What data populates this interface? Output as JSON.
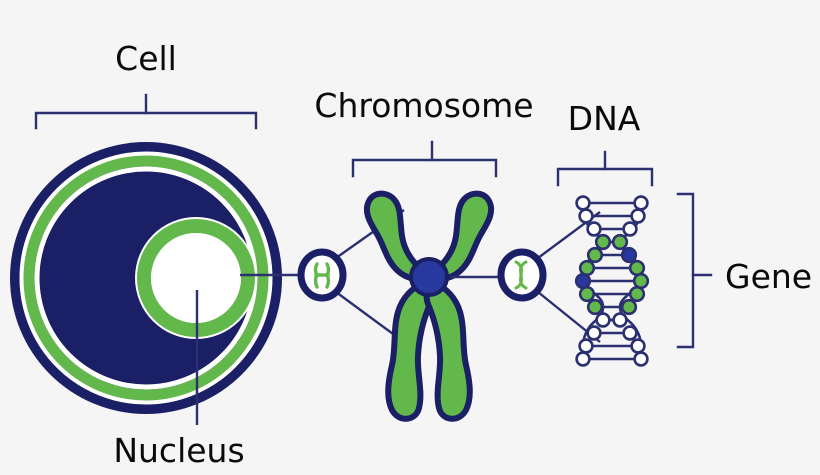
{
  "diagram": {
    "title_alt": "Cell to Gene structural hierarchy diagram",
    "background_color": "#f5f5f5",
    "palette": {
      "navy": "#1a1f66",
      "navy_fill": "#27399e",
      "green": "#63b84c",
      "white": "#ffffff",
      "bracket_line": "#2b3070",
      "text": "#0a0a0a"
    },
    "labels": {
      "cell": "Cell",
      "nucleus": "Nucleus",
      "chromosome": "Chromosome",
      "dna": "DNA",
      "gene": "Gene"
    },
    "icons": {
      "cell_membrane": "cell-membrane-icon",
      "nucleus_body": "nucleus-icon",
      "chromosome_body": "chromosome-icon",
      "centromere": "centromere-icon",
      "magnifier_left": "magnifier-chromosome-icon",
      "magnifier_right": "magnifier-dna-icon",
      "dna_helix": "dna-helix-icon"
    },
    "brackets": [
      {
        "name": "cell-bracket",
        "orientation": "horizontal-top",
        "label": "Cell"
      },
      {
        "name": "chromosome-bracket",
        "orientation": "horizontal-top",
        "label": "Chromosome"
      },
      {
        "name": "dna-bracket",
        "orientation": "horizontal-top",
        "label": "DNA"
      },
      {
        "name": "gene-bracket",
        "orientation": "vertical-right",
        "label": "Gene"
      }
    ],
    "structure": {
      "cell": {
        "outer_ring_color": "#1a1f66",
        "inner_ring_color": "#63b84c",
        "cytoplasm_color": "#1a1f66",
        "nucleus_ring_color": "#63b84c",
        "nucleus_core_color": "#ffffff"
      },
      "chromosome": {
        "arm_color": "#63b84c",
        "outline_color": "#1a1f66",
        "centromere_color": "#27399e",
        "arms": 4
      },
      "dna": {
        "rungs_total": 13,
        "gene_region_rungs": 5,
        "node_colors_outside_gene": "#ffffff",
        "node_colors_in_gene": [
          "#63b84c",
          "#27399e"
        ],
        "backbone_color": "#2b3070"
      }
    }
  }
}
